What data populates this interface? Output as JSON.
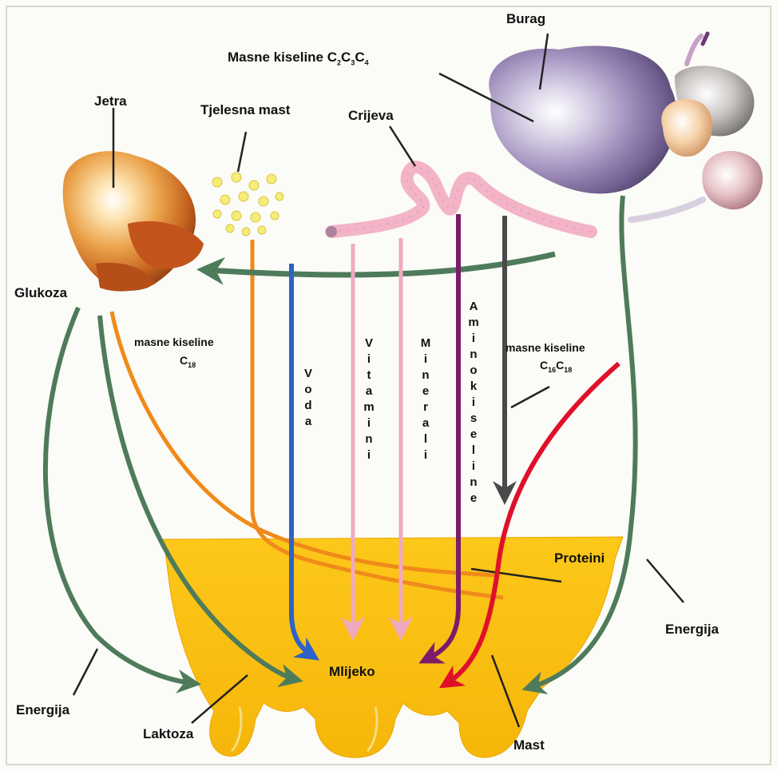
{
  "labels": {
    "burag": "Burag",
    "masne_kiseline_c2": "Masne kiseline C",
    "sub_2": "2",
    "sub_3": "3",
    "sub_4": "4",
    "jetra": "Jetra",
    "tjelesna_mast": "Tjelesna mast",
    "crijeva": "Crijeva",
    "glukoza": "Glukoza",
    "masne_kiseline_c18": "masne kiseline",
    "c18": "C",
    "c18_sub": "18",
    "masne_kiseline_c16c18": "masne kiseline",
    "c16_prefix": "C",
    "c16_sub": "16",
    "c18b_prefix": "C",
    "c18b_sub": "18",
    "voda": "Voda",
    "vitamini": "Vitamini",
    "minerali": "Minerali",
    "amino_kiseline": "Amino kiseline",
    "proteini": "Proteini",
    "energija_left": "Energija",
    "energija_right": "Energija",
    "mlijeko": "Mlijeko",
    "laktoza": "Laktoza",
    "mast": "Mast"
  },
  "colors": {
    "background": "#fbfbf7",
    "udder": "#fbc211",
    "green_arrow": "#4e7b5a",
    "blue_arrow": "#2d63c8",
    "pink_arrow": "#f0a9c2",
    "purple_arrow": "#7a1c6a",
    "dark_arrow": "#4a4a4a",
    "red_arrow": "#e0102a",
    "orange_line": "#f08a1a",
    "intestine": "#f3b4c8",
    "stomach": "#8a78a8",
    "liver": "#e0802a"
  }
}
